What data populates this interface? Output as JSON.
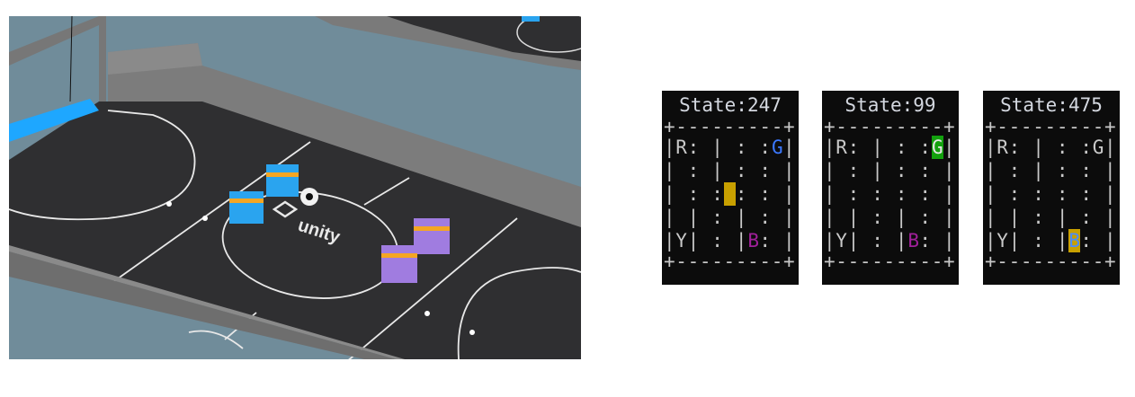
{
  "scene": {
    "logo_text": "unity",
    "colors": {
      "floor": "#2f2f31",
      "wall": "#7a7a7a",
      "background": "#708c9a",
      "blue_team": "#2aa4ef",
      "purple_team": "#a07ce0",
      "stripe": "#f5a623",
      "goal": "#1ea7ff"
    }
  },
  "panels": [
    {
      "title": "State:247",
      "border": "+---------+",
      "rows": [
        "|R: | : :G|",
        "| : | : : |",
        "| : : : : |",
        "| | : | : |",
        "|Y| : |B: |"
      ],
      "highlights": [
        {
          "row": 0,
          "col": 9,
          "fg": "#3b78ff"
        },
        {
          "row": 4,
          "col": 7,
          "fg": "#a0209a"
        },
        {
          "row": 2,
          "col": 5,
          "bg": "#c8a000"
        }
      ]
    },
    {
      "title": "State:99",
      "border": "+---------+",
      "rows": [
        "|R: | : :G|",
        "| : | : : |",
        "| : : : : |",
        "| | : | : |",
        "|Y| : |B: |"
      ],
      "highlights": [
        {
          "row": 0,
          "col": 9,
          "bg": "#13a10e",
          "fg": "#e6e6e6"
        },
        {
          "row": 4,
          "col": 7,
          "fg": "#a0209a"
        }
      ]
    },
    {
      "title": "State:475",
      "border": "+---------+",
      "rows": [
        "|R: | : :G|",
        "| : | : : |",
        "| : : : : |",
        "| | : | : |",
        "|Y| : |B: |"
      ],
      "highlights": [
        {
          "row": 4,
          "col": 7,
          "bg": "#c8a000",
          "fg": "#4a8cff"
        }
      ]
    }
  ]
}
